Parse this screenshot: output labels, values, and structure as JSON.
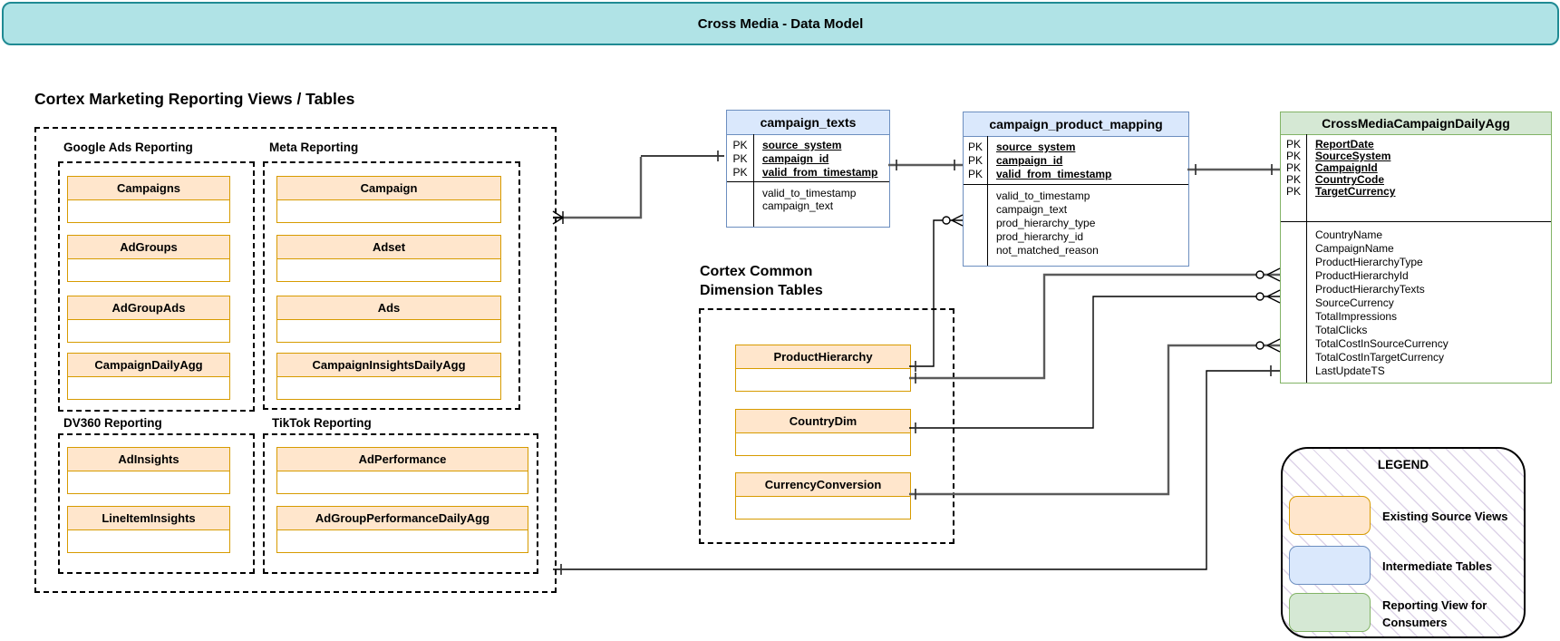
{
  "banner": {
    "title": "Cross Media - Data Model"
  },
  "labels": {
    "pk": "PK"
  },
  "sections": {
    "marketing": {
      "heading": "Cortex Marketing Reporting Views / Tables",
      "groups": [
        {
          "label": "Google Ads Reporting",
          "entities": [
            "Campaigns",
            "AdGroups",
            "AdGroupAds",
            "CampaignDailyAgg"
          ]
        },
        {
          "label": "Meta Reporting",
          "entities": [
            "Campaign",
            "Adset",
            "Ads",
            "CampaignInsightsDailyAgg"
          ]
        },
        {
          "label": "DV360 Reporting",
          "entities": [
            "AdInsights",
            "LineItemInsights"
          ]
        },
        {
          "label": "TikTok Reporting",
          "entities": [
            "AdPerformance",
            "AdGroupPerformanceDailyAgg"
          ]
        }
      ]
    },
    "dimensions": {
      "heading_line1": "Cortex Common",
      "heading_line2": "Dimension Tables",
      "entities": [
        "ProductHierarchy",
        "CountryDim",
        "CurrencyConversion"
      ]
    }
  },
  "tables": {
    "campaign_texts": {
      "title": "campaign_texts",
      "pk": [
        "source_system",
        "campaign_id",
        "valid_from_timestamp"
      ],
      "fields": [
        "valid_to_timestamp",
        "campaign_text"
      ]
    },
    "campaign_product_mapping": {
      "title": "campaign_product_mapping",
      "pk": [
        "source_system",
        "campaign_id",
        "valid_from_timestamp"
      ],
      "fields": [
        "valid_to_timestamp",
        "campaign_text",
        "prod_hierarchy_type",
        "prod_hierarchy_id",
        "not_matched_reason"
      ]
    },
    "cross_media_campaign_daily_agg": {
      "title": "CrossMediaCampaignDailyAgg",
      "pk": [
        "ReportDate",
        "SourceSystem",
        "CampaignId",
        "CountryCode",
        "TargetCurrency"
      ],
      "fields": [
        "CountryName",
        "CampaignName",
        "ProductHierarchyType",
        "ProductHierarchyId",
        "ProductHierarchyTexts",
        "SourceCurrency",
        "TotalImpressions",
        "TotalClicks",
        "TotalCostInSourceCurrency",
        "TotalCostInTargetCurrency",
        "LastUpdateTS"
      ]
    }
  },
  "legend": {
    "title": "LEGEND",
    "items": [
      {
        "label": "Existing Source Views",
        "color": "#ffe6cc",
        "border": "#d79b00"
      },
      {
        "label": "Intermediate Tables",
        "color": "#dae8fc",
        "border": "#6c8ebf"
      },
      {
        "label": "Reporting View for Consumers",
        "color": "#d5e8d4",
        "border": "#82b366"
      }
    ]
  },
  "colors": {
    "banner_fill": "#b0e3e6",
    "banner_border": "#1f8a93",
    "orange_fill": "#ffe6cc",
    "orange_border": "#d79b00",
    "blue_fill": "#dae8fc",
    "blue_border": "#6c8ebf",
    "green_fill": "#d5e8d4",
    "green_border": "#82b366"
  },
  "relationships": [
    {
      "from": "Cortex Marketing Reporting Views / Tables",
      "to": "campaign_texts",
      "from_end": "many",
      "to_end": "one"
    },
    {
      "from": "campaign_texts",
      "to": "campaign_product_mapping",
      "from_end": "one",
      "to_end": "one"
    },
    {
      "from": "campaign_product_mapping",
      "to": "CrossMediaCampaignDailyAgg",
      "from_end": "one",
      "to_end": "one"
    },
    {
      "from": "ProductHierarchy",
      "to": "campaign_product_mapping",
      "from_end": "one",
      "to_end": "zero-or-many"
    },
    {
      "from": "ProductHierarchy",
      "to": "CrossMediaCampaignDailyAgg",
      "from_end": "one",
      "to_end": "zero-or-many"
    },
    {
      "from": "CountryDim",
      "to": "CrossMediaCampaignDailyAgg",
      "from_end": "one",
      "to_end": "zero-or-many"
    },
    {
      "from": "CurrencyConversion",
      "to": "CrossMediaCampaignDailyAgg",
      "from_end": "one",
      "to_end": "zero-or-many"
    },
    {
      "from": "Cortex Marketing Reporting Views / Tables",
      "to": "CrossMediaCampaignDailyAgg",
      "from_end": "one",
      "to_end": "one"
    }
  ]
}
